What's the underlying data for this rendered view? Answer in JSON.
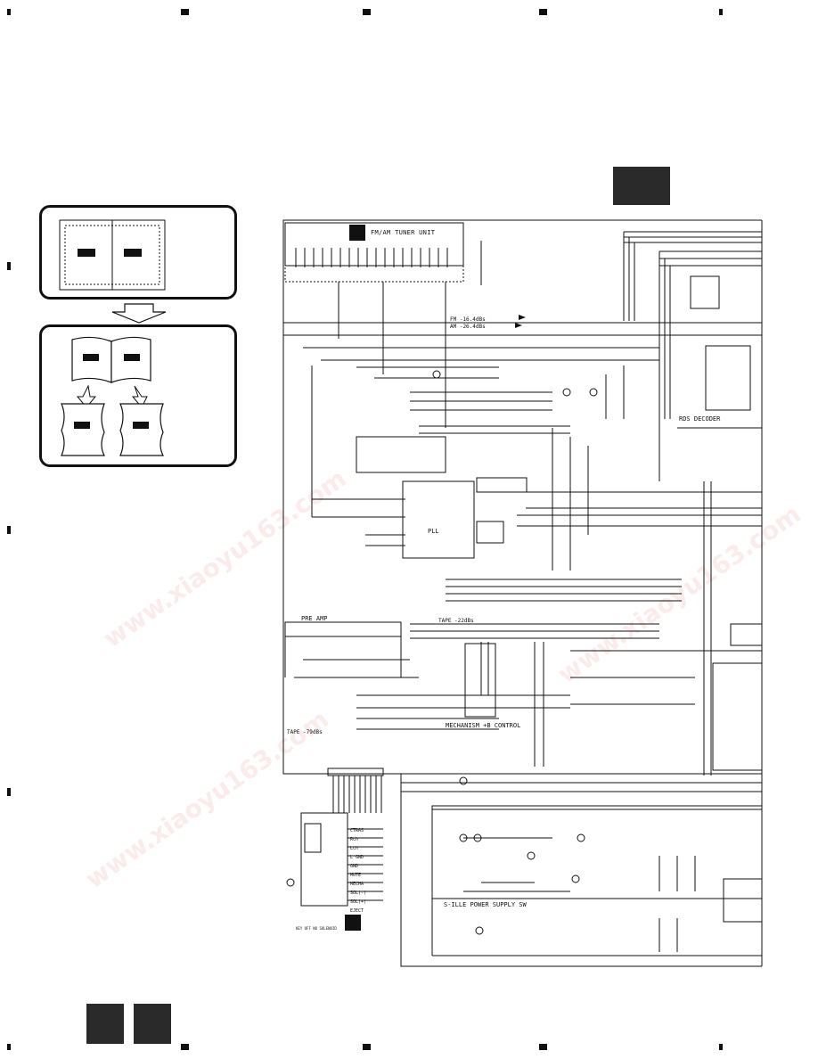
{
  "blocks": {
    "tuner": "FM/AM TUNER UNIT",
    "fm_level": "FM -16.4dBs",
    "am_level": "AM -26.4dBs",
    "rds": "RDS DECODER",
    "pll": "PLL",
    "preamp": "PRE AMP",
    "tape_level_right": "TAPE -22dBs",
    "tape_level_left": "TAPE -79dBs",
    "mechanism": "MECHANISM +B CONTROL",
    "power": "S-ILLE POWER SUPPLY SW",
    "key_note": "KEY OFF NO SOLENOID"
  },
  "connector_pins": [
    "CTRAS",
    "Rch",
    "Lch",
    "L GND",
    "GND",
    "MUTE",
    "MECHA",
    "SOL(-)",
    "SOL(+)",
    "EJECT"
  ],
  "watermark": "www.xiaoyu163.com",
  "colors": {
    "ink": "#111111",
    "header": "#2a2a2a"
  }
}
